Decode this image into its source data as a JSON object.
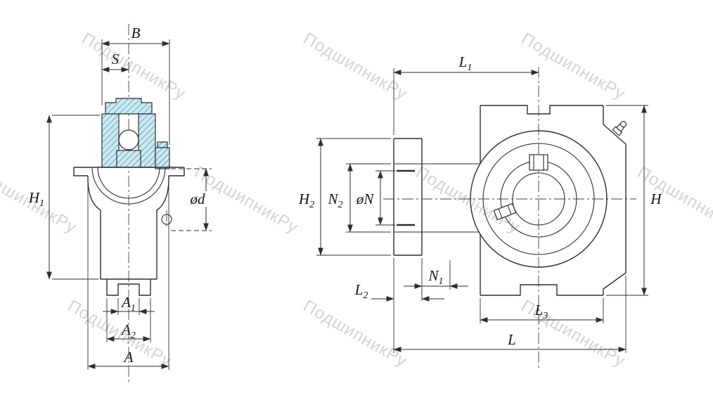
{
  "watermark": {
    "text": "ПодшипникРу",
    "color": "#c9c9c9"
  },
  "colors": {
    "line": "#2e2e34",
    "bearing_fill": "#c6ebf5",
    "hatch_line": "#3a4750",
    "label": "#16161c"
  },
  "side_view": {
    "dims": {
      "B": {
        "main": "B"
      },
      "S": {
        "main": "S"
      },
      "H1": {
        "main": "H",
        "sub": "1"
      },
      "d": {
        "main": "ød"
      },
      "A1": {
        "main": "A",
        "sub": "1"
      },
      "A2": {
        "main": "A",
        "sub": "2"
      },
      "A": {
        "main": "A"
      }
    }
  },
  "front_view": {
    "dims": {
      "L1": {
        "main": "L",
        "sub": "1"
      },
      "H2": {
        "main": "H",
        "sub": "2"
      },
      "N2": {
        "main": "N",
        "sub": "2"
      },
      "N": {
        "main": "øN"
      },
      "H": {
        "main": "H"
      },
      "L2": {
        "main": "L",
        "sub": "2"
      },
      "N1": {
        "main": "N",
        "sub": "1"
      },
      "L3": {
        "main": "L",
        "sub": "3"
      },
      "L": {
        "main": "L"
      }
    }
  }
}
